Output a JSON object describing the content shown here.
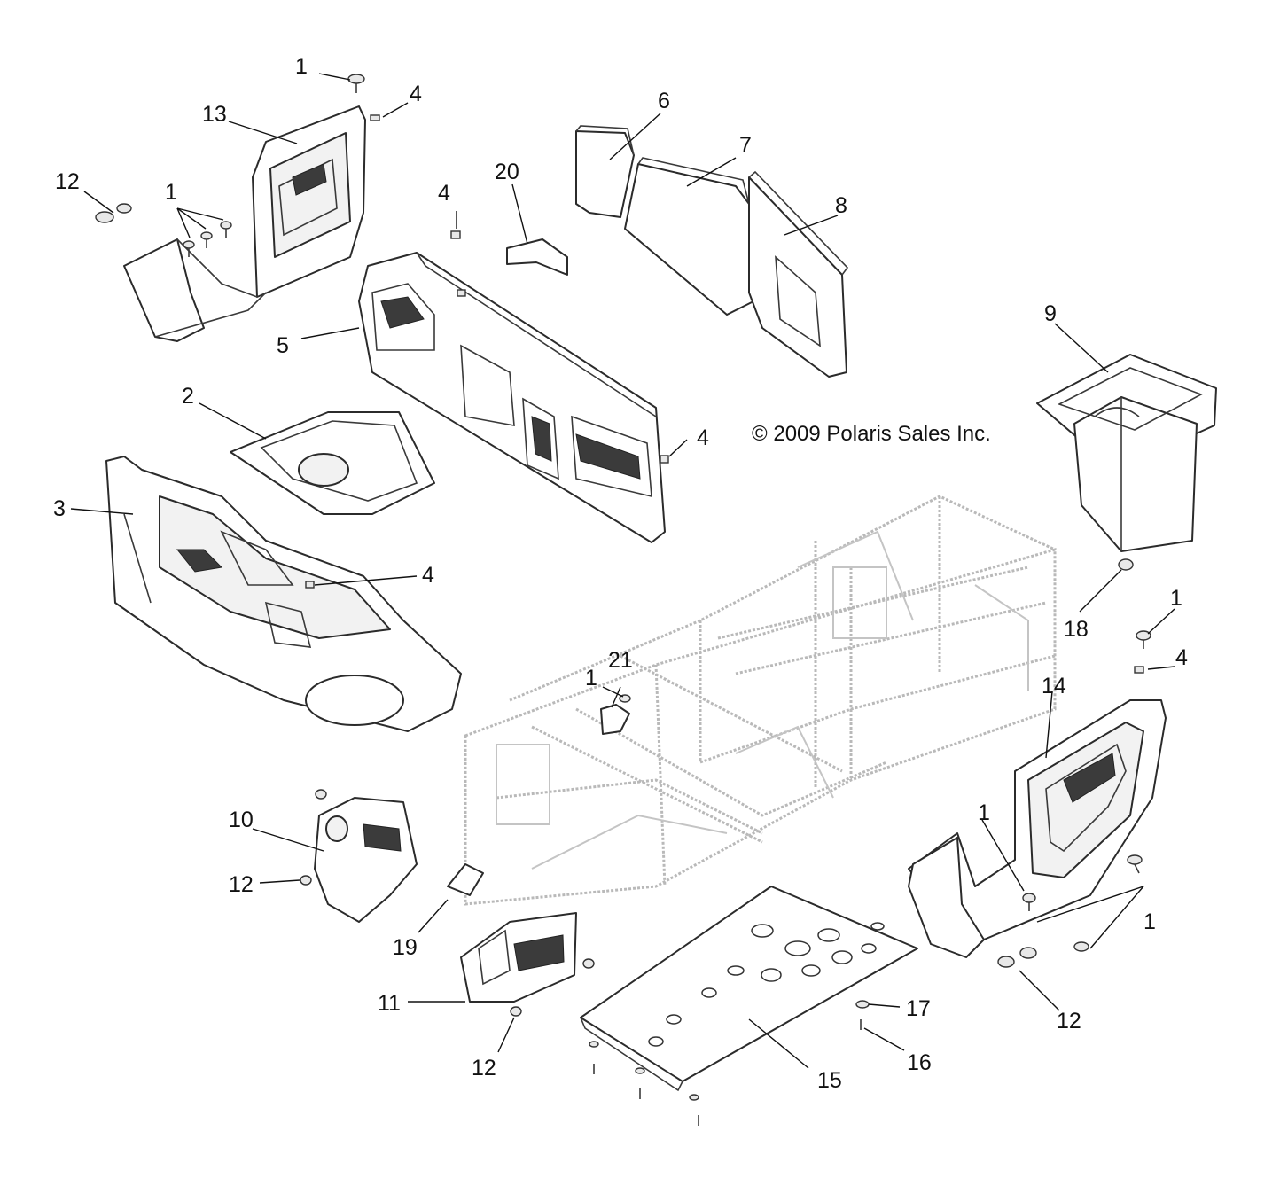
{
  "copyright": "© 2009 Polaris Sales Inc.",
  "callouts": {
    "c1_top": "1",
    "c4_top": "4",
    "c13": "13",
    "c12_left": "12",
    "c1_left": "1",
    "c20": "20",
    "c4_mid": "4",
    "c6": "6",
    "c7": "7",
    "c8": "8",
    "c5": "5",
    "c9": "9",
    "c2": "2",
    "c4_right": "4",
    "c3": "3",
    "c4_lower": "4",
    "c1_mid": "1",
    "c21": "21",
    "c18": "18",
    "c1_right": "1",
    "c4_far_right": "4",
    "c14": "14",
    "c10": "10",
    "c1_lower_right": "1",
    "c12_mid_left": "12",
    "c1_far_right": "1",
    "c19": "19",
    "c11": "11",
    "c17": "17",
    "c12_right": "12",
    "c16": "16",
    "c12_bottom": "12",
    "c15": "15"
  }
}
